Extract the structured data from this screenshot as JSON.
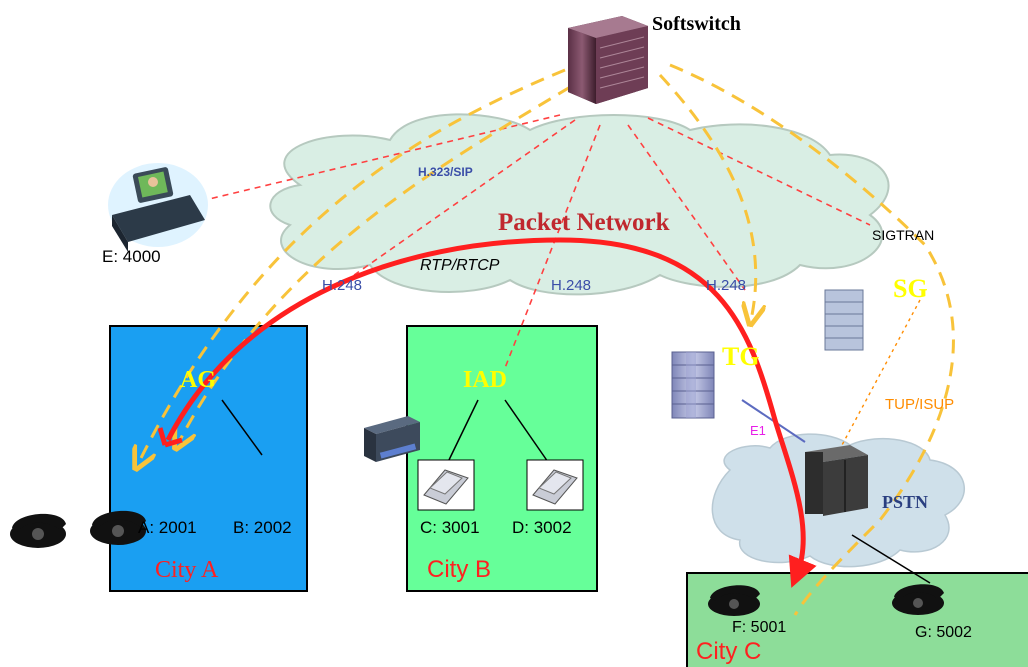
{
  "colors": {
    "background": "#ffffff",
    "cloud_fill": "#d9eee4",
    "pstn_cloud_fill": "#cfe0ea",
    "city_a_fill": "#1a9ff2",
    "city_b_fill": "#66ff99",
    "city_c_fill": "#8ddd99",
    "rtp_path": "#ff1f1f",
    "signaling_yellow": "#f8c33a",
    "control_red": "#ff4040",
    "city_label": "#ff2020",
    "node_label_yellow": "#ffff00",
    "protocol_label": "#3a4ea8",
    "tup_label": "#ff8c00",
    "e1_label": "#e81ee8",
    "network_label": "#c0282e"
  },
  "nodes": {
    "softswitch": "Softswitch",
    "packet_network": "Packet Network",
    "pstn": "PSTN",
    "ag": "AG",
    "iad": "IAD",
    "tg": "TG",
    "sg": "SG"
  },
  "protocols": {
    "h323_sip": "H.323/SIP",
    "sigtran": "SIGTRAN",
    "rtp_rtcp": "RTP/RTCP",
    "h248_a": "H.248",
    "h248_b": "H.248",
    "h248_c": "H.248",
    "tup_isup": "TUP/ISUP",
    "e1": "E1"
  },
  "cities": {
    "a": "City A",
    "b": "City B",
    "c": "City C"
  },
  "phones": {
    "e": "E: 4000",
    "a": "A: 2001",
    "b": "B: 2002",
    "c": "C: 3001",
    "d": "D: 3002",
    "f": "F: 5001",
    "g": "G: 5002"
  }
}
